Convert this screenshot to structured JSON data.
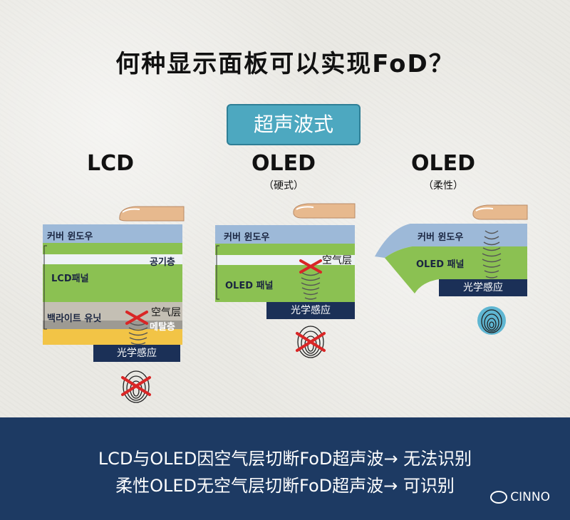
{
  "title": "何种显示面板可以实现FoD？",
  "method": "超声波式",
  "columns": {
    "lcd": {
      "title": "LCD",
      "labels": {
        "cover": "커버 윈도우",
        "air_gap": "공기층",
        "panel": "LCD패널",
        "backlight": "백라이트 유닛",
        "metal": "메탈층",
        "air_zh": "空气层",
        "sensor": "光学感应"
      }
    },
    "oled_rigid": {
      "title": "OLED",
      "sub": "（硬式）",
      "labels": {
        "cover": "커버 윈도우",
        "air_zh": "空气层",
        "panel": "OLED 패널",
        "sensor": "光学感应"
      }
    },
    "oled_flex": {
      "title": "OLED",
      "sub": "（柔性）",
      "labels": {
        "cover": "커버 윈도우",
        "panel": "OLED 패널",
        "sensor": "光学感应"
      }
    }
  },
  "banner": {
    "line1": "LCD与OLED因空气层切断FoD超声波→ 无法识别",
    "line2": "柔性OLED无空气层切断FoD超声波→ 可识别",
    "watermark": "CINNO"
  },
  "colors": {
    "cover": "#9db9d8",
    "panel": "#8bc152",
    "air": "#eef2f5",
    "backlight": "#b0aca3",
    "metal": "#f2c446",
    "sensor": "#1b3057",
    "banner": "#1d3a63",
    "method_box": "#4da8c0",
    "cross": "#d92626"
  }
}
